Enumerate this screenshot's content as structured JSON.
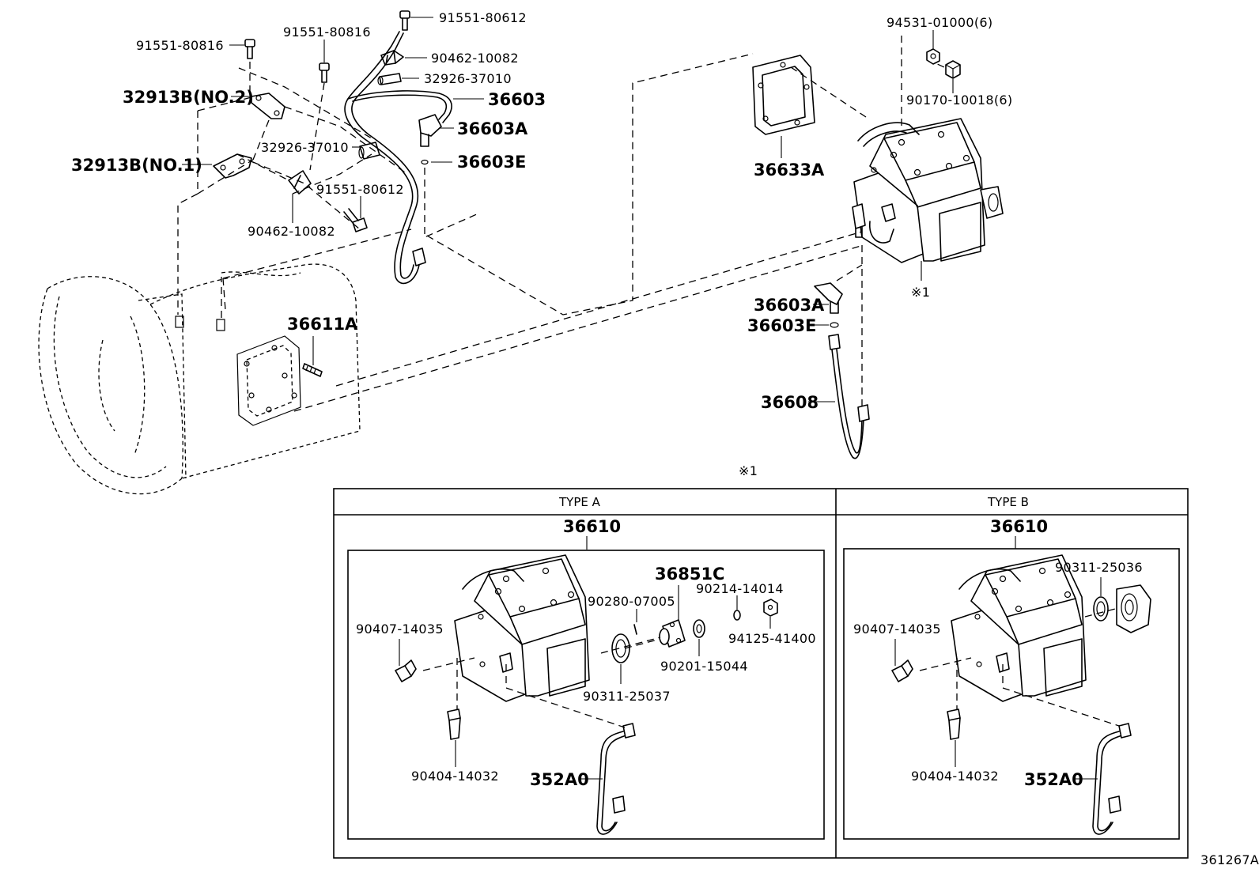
{
  "diagram_id": "361267A",
  "labels": {
    "l_91551_80612_top": "91551-80612",
    "l_91551_80816_a": "91551-80816",
    "l_91551_80816_b": "91551-80816",
    "l_90462_10082_top": "90462-10082",
    "l_32926_37010_top": "32926-37010",
    "l_36603_top": "36603",
    "l_36603A_top": "36603A",
    "l_36603E_top": "36603E",
    "l_32913B_no2": "32913B(NO.2)",
    "l_32913B_no1": "32913B(NO.1)",
    "l_32926_37010_mid": "32926-37010",
    "l_91551_80612_mid": "91551-80612",
    "l_90462_10082_mid": "90462-10082",
    "l_36611A": "36611A",
    "l_94531_01000": "94531-01000(6)",
    "l_90170_10018": "90170-10018(6)",
    "l_36633A": "36633A",
    "l_ref_note_1": "※1",
    "l_36603A_right": "36603A",
    "l_36603E_right": "36603E",
    "l_36608": "36608",
    "l_ref_note_box": "※1"
  },
  "type_a": {
    "header": "TYPE A",
    "assembly": "36610",
    "parts": {
      "p_36851C": "36851C",
      "p_90280_07005": "90280-07005",
      "p_90214_14014": "90214-14014",
      "p_90407_14035": "90407-14035",
      "p_94125_41400": "94125-41400",
      "p_90201_15044": "90201-15044",
      "p_90311_25037": "90311-25037",
      "p_90404_14032": "90404-14032",
      "p_352A0": "352A0"
    }
  },
  "type_b": {
    "header": "TYPE B",
    "assembly": "36610",
    "parts": {
      "p_90311_25036": "90311-25036",
      "p_90407_14035": "90407-14035",
      "p_90404_14032": "90404-14032",
      "p_352A0": "352A0"
    }
  }
}
